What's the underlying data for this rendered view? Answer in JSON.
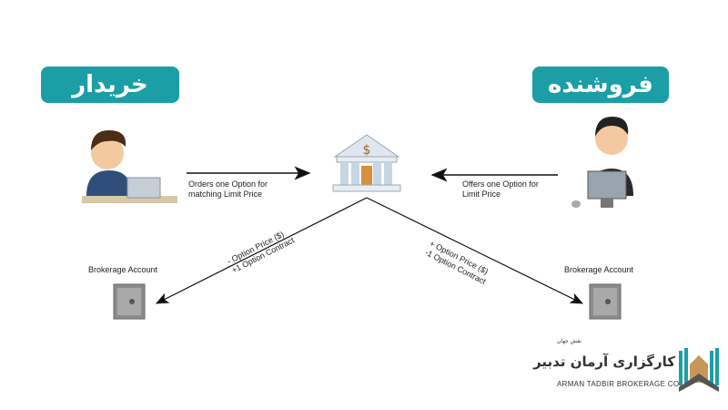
{
  "buyer": {
    "title": "خریدار",
    "order_line1": "Orders one Option for",
    "order_line2": "matching Limit Price",
    "account_label": "Brokerage Account",
    "flow_line1": "- Option Price ($)",
    "flow_line2": "+1 Option Contract"
  },
  "seller": {
    "title": "فروشنده",
    "offer_line1": "Offers one Option for",
    "offer_line2": "Limit Price",
    "account_label": "Brokerage Account",
    "flow_line1": "+ Option Price ($)",
    "flow_line2": "-1 Option Contract"
  },
  "logo": {
    "persian": "کارگزاری آرمان تدبیر",
    "tagline": "نقش جهان",
    "english": "ARMAN TADBIR BROKERAGE CO."
  },
  "colors": {
    "accent": "#1b9ea6",
    "logo_brown": "#c8965a"
  }
}
